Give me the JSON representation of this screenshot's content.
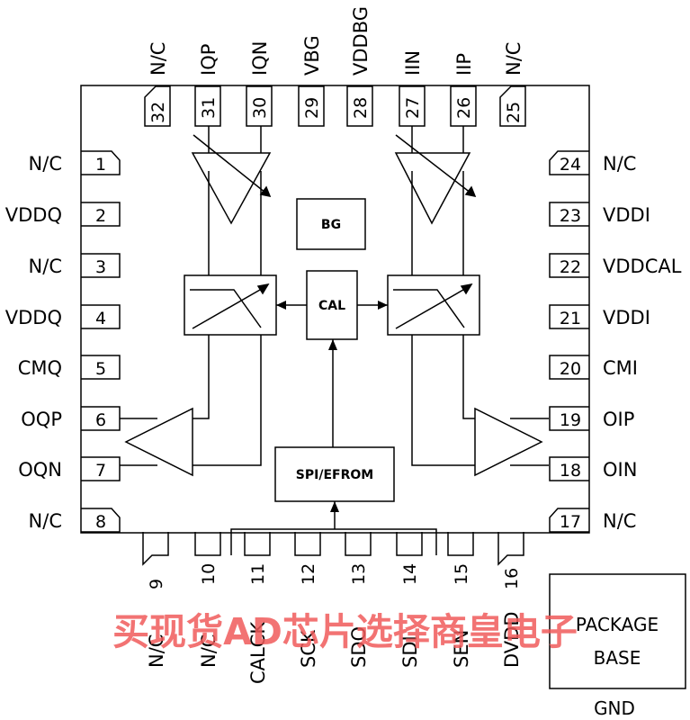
{
  "pins_top": [
    {
      "num": "32",
      "name": "N/C"
    },
    {
      "num": "31",
      "name": "IQP"
    },
    {
      "num": "30",
      "name": "IQN"
    },
    {
      "num": "29",
      "name": "VBG"
    },
    {
      "num": "28",
      "name": "VDDBG"
    },
    {
      "num": "27",
      "name": "IIN"
    },
    {
      "num": "26",
      "name": "IIP"
    },
    {
      "num": "25",
      "name": "N/C"
    }
  ],
  "pins_left": [
    {
      "num": "1",
      "name": "N/C"
    },
    {
      "num": "2",
      "name": "VDDQ"
    },
    {
      "num": "3",
      "name": "N/C"
    },
    {
      "num": "4",
      "name": "VDDQ"
    },
    {
      "num": "5",
      "name": "CMQ"
    },
    {
      "num": "6",
      "name": "OQP"
    },
    {
      "num": "7",
      "name": "OQN"
    },
    {
      "num": "8",
      "name": "N/C"
    }
  ],
  "pins_right": [
    {
      "num": "24",
      "name": "N/C"
    },
    {
      "num": "23",
      "name": "VDDI"
    },
    {
      "num": "22",
      "name": "VDDCAL"
    },
    {
      "num": "21",
      "name": "VDDI"
    },
    {
      "num": "20",
      "name": "CMI"
    },
    {
      "num": "19",
      "name": "OIP"
    },
    {
      "num": "18",
      "name": "OIN"
    },
    {
      "num": "17",
      "name": "N/C"
    }
  ],
  "pins_bottom": [
    {
      "num": "9",
      "name": "N/C"
    },
    {
      "num": "10",
      "name": "N/C"
    },
    {
      "num": "11",
      "name": "CALCK"
    },
    {
      "num": "12",
      "name": "SCK"
    },
    {
      "num": "13",
      "name": "SDO"
    },
    {
      "num": "14",
      "name": "SDI"
    },
    {
      "num": "15",
      "name": "SEN"
    },
    {
      "num": "16",
      "name": "DVDD"
    }
  ],
  "blocks": {
    "bg": "BG",
    "cal": "CAL",
    "spi": "SPI/EFROM"
  },
  "package_base": {
    "line1": "PACKAGE",
    "line2": "BASE",
    "gnd": "GND"
  },
  "watermark": "买现货AD芯片选择商皇电子"
}
